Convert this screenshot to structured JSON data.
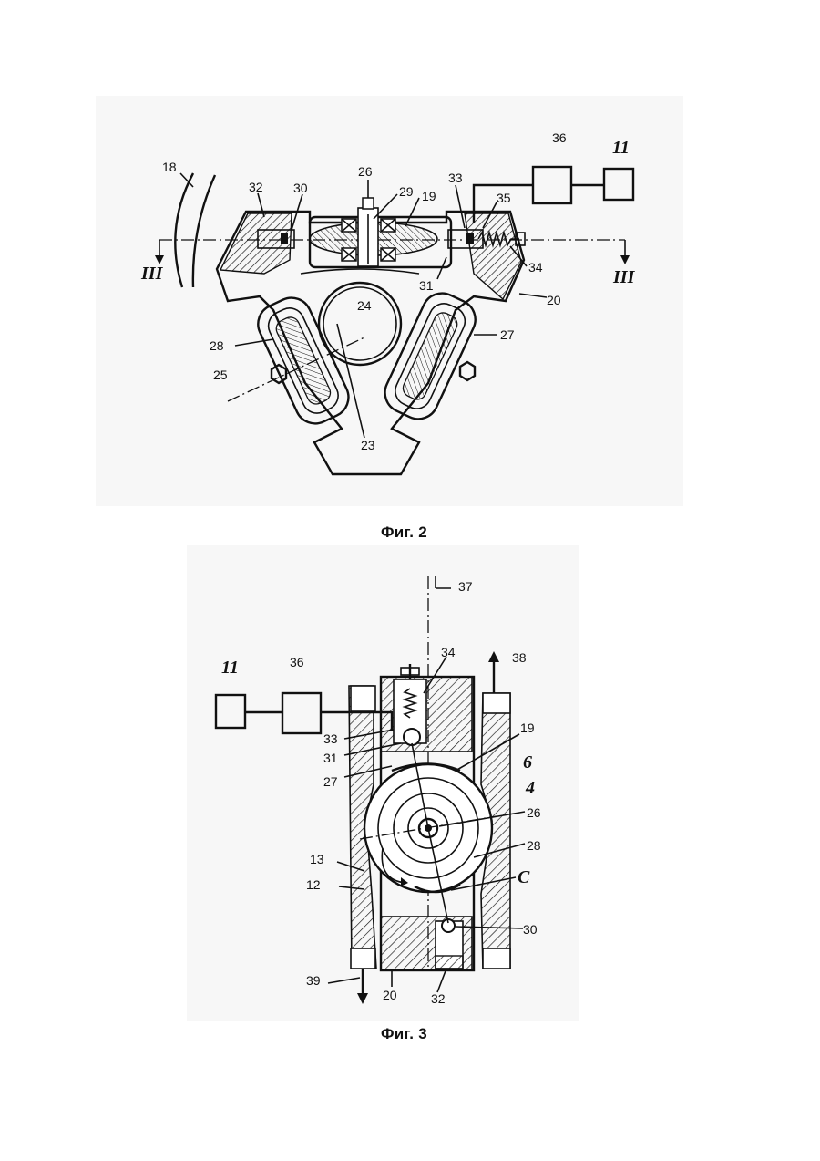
{
  "figures": [
    {
      "caption": "Фиг. 2",
      "labels": {
        "l18": "18",
        "l32": "32",
        "l30": "30",
        "l26": "26",
        "l29": "29",
        "l19": "19",
        "l33": "33",
        "l35": "35",
        "l36": "36",
        "l11": "11",
        "l34": "34",
        "l31": "31",
        "l20": "20",
        "l24": "24",
        "l27": "27",
        "l28": "28",
        "l25": "25",
        "l23": "23",
        "lIIIa": "III",
        "lIIIb": "III"
      }
    },
    {
      "caption": "Фиг. 3",
      "labels": {
        "l37": "37",
        "l34": "34",
        "l38": "38",
        "l11": "11",
        "l36": "36",
        "l19": "19",
        "l33": "33",
        "l31": "31",
        "l6": "6",
        "l4": "4",
        "l27": "27",
        "l26": "26",
        "l28": "28",
        "l13": "13",
        "lC": "C",
        "l12": "12",
        "l30": "30",
        "l39": "39",
        "l20": "20",
        "l32": "32"
      }
    }
  ]
}
